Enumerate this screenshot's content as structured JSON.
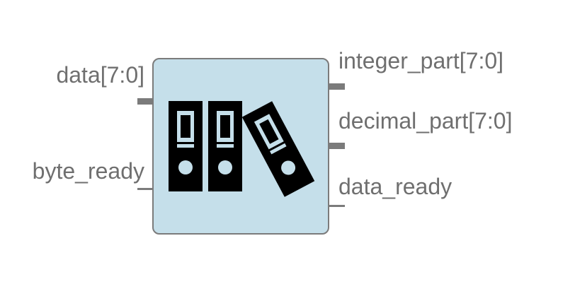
{
  "block": {
    "icon": "binders-icon",
    "fill_color": "#c5dfea",
    "border_color": "#7b7b7b"
  },
  "ports": {
    "inputs": [
      {
        "label": "data[7:0]",
        "kind": "bus"
      },
      {
        "label": "byte_ready",
        "kind": "wire"
      }
    ],
    "outputs": [
      {
        "label": "integer_part[7:0]",
        "kind": "bus"
      },
      {
        "label": "decimal_part[7:0]",
        "kind": "bus"
      },
      {
        "label": "data_ready",
        "kind": "wire"
      }
    ]
  },
  "colors": {
    "label_text": "#6f6f6f",
    "pin": "#7b7b7b",
    "icon": "#000000"
  }
}
